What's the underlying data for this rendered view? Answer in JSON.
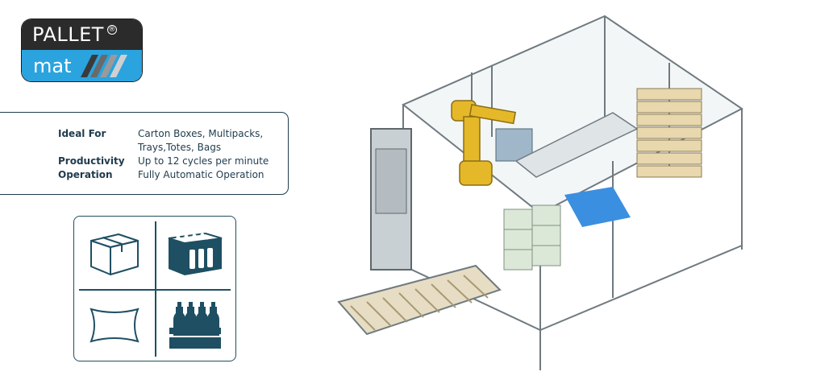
{
  "logo": {
    "top_text": "PALLET",
    "registered": "®",
    "bottom_text": "mat",
    "colors": {
      "top_bg": "#2b2b2b",
      "bottom_bg": "#2aa3df"
    }
  },
  "specs": [
    {
      "label": "Ideal For",
      "value_lines": [
        "Carton Boxes, Multipacks,",
        "Trays,Totes, Bags"
      ]
    },
    {
      "label": "Productivity",
      "value_lines": [
        "Up to 12 cycles per minute"
      ]
    },
    {
      "label": "Operation",
      "value_lines": [
        "Fully Automatic Operation"
      ]
    }
  ],
  "product_icons": [
    "carton-box-icon",
    "bottle-crate-icon",
    "bag-icon",
    "bottle-pack-icon"
  ],
  "colors": {
    "text": "#1f3b4d",
    "icon_stroke": "#1f4f63",
    "robot": "#e5b82a",
    "pallet": "#e9d8ad",
    "accent_blue": "#3b8fe0"
  }
}
